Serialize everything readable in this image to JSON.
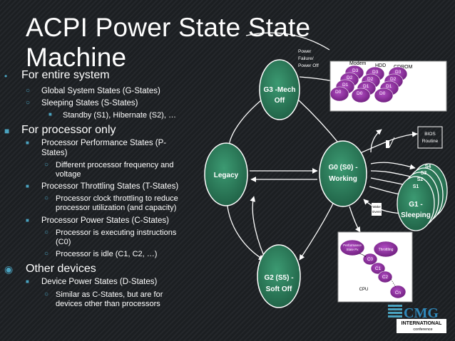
{
  "slide": {
    "title_line1": "ACPI Power State State",
    "title_line2": "Machine"
  },
  "bullets": {
    "b1": "For entire system",
    "b1a": "Global System States (G-States)",
    "b1b": "Sleeping States (S-States)",
    "b1b1": "Standby (S1), Hibernate (S2), …",
    "b2": "For processor only",
    "b2a_1": "Processor Performance States (P-",
    "b2a_2": "States)",
    "b2a1_1": "Different processor frequency and",
    "b2a1_2": "voltage",
    "b2b": "Processor Throttling States (T-States)",
    "b2b1_1": "Processor clock throttling to reduce",
    "b2b1_2": "processor utilization (and capacity)",
    "b2c": "Processor Power States (C-States)",
    "b2c1_1": "Processor is executing instructions",
    "b2c1_2": "(C0)",
    "b2c2": "Processor is idle (C1, C2, …)",
    "b3": "Other devices",
    "b3a": "Device Power States (D-States)",
    "b3a1_1": "Similar as C-States, but are for",
    "b3a1_2": "devices other than processors"
  },
  "diagram": {
    "g3_1": "G3 -Mech",
    "g3_2": "Off",
    "legacy": "Legacy",
    "g0_1": "G0 (S0) -",
    "g0_2": "Working",
    "g2_1": "G2 (S5) -",
    "g2_2": "Soft Off",
    "g1_1": "G1 -",
    "g1_2": "Sleeping",
    "s4": "S4",
    "s3": "S3",
    "s2": "S2",
    "s1": "S1",
    "power_failure_1": "Power",
    "power_failure_2": "Failure/",
    "power_failure_3": "Power Off",
    "modem": "Modem",
    "hdd": "HDD",
    "cdrom": "CDROM",
    "d3": "D3",
    "d2": "D2",
    "d1": "D1",
    "d0": "D0",
    "bios_1": "BIOS",
    "bios_2": "Routine",
    "wake_1": "Wake",
    "wake_2": "Event",
    "perf_1": "Performance",
    "perf_2": "State Px",
    "throttling": "Throttling",
    "c0": "C0",
    "c1": "C1",
    "c2": "C2",
    "cn": "Cn",
    "cpu": "CPU"
  },
  "logo": {
    "cmg": "CMG",
    "international": "INTERNATIONAL",
    "conference": "conference"
  },
  "colors": {
    "node_green": "#2e7d5b",
    "device_purple": "#8a2f9a",
    "accent_blue": "#4aa3c0"
  }
}
